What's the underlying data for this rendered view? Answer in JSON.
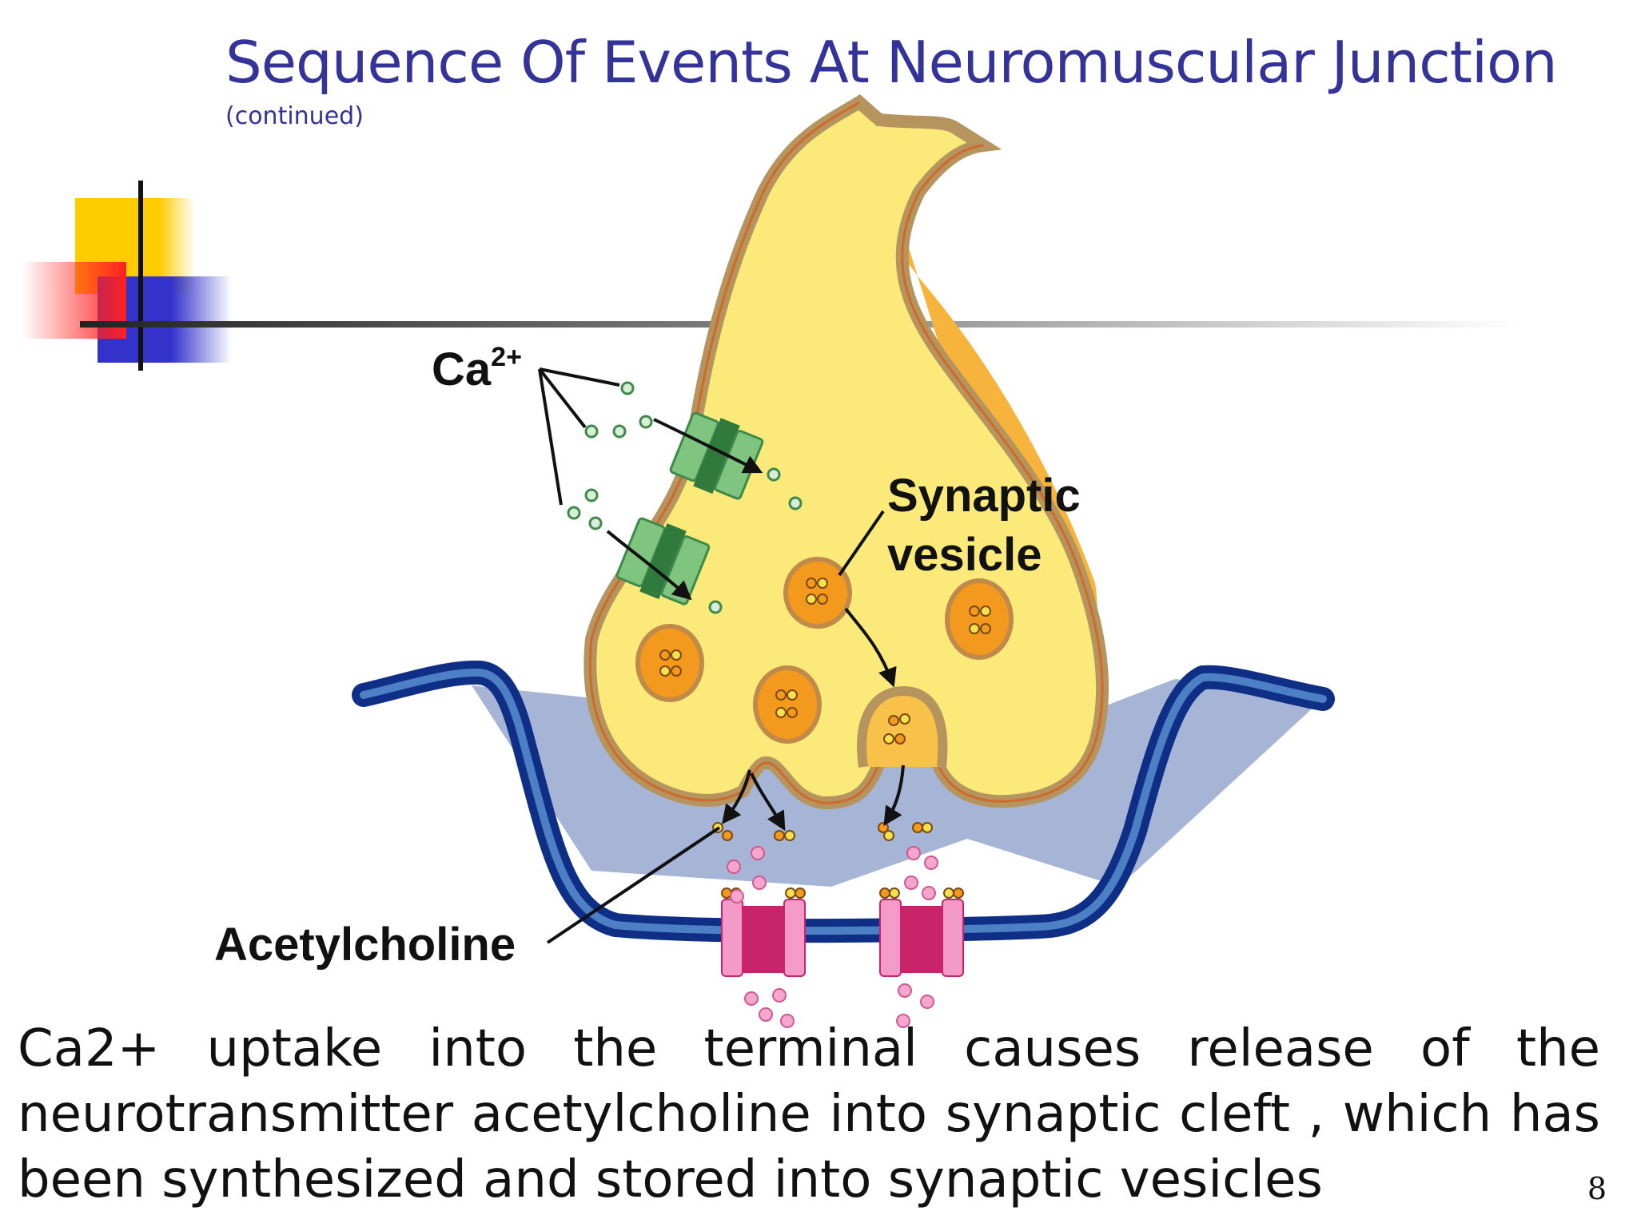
{
  "title": "Sequence Of Events At Neuromuscular Junction",
  "subtitle": "(continued)",
  "labels": {
    "calcium_base": "Ca",
    "calcium_charge": "2+",
    "synaptic_vesicle_line1": "Synaptic",
    "synaptic_vesicle_line2": "vesicle",
    "acetylcholine": "Acetylcholine"
  },
  "caption": "Ca2+ uptake into the terminal causes release of the neurotransmitter acetylcholine into synaptic cleft , which has been synthesized and stored into synaptic vesicles",
  "page_number": "8",
  "colors": {
    "title": "#33339a",
    "terminal_fill": "#fbe97a",
    "terminal_membrane": "#b5945e",
    "muscle_membrane": "#1b3f98",
    "cleft_fill": "#a6b5d6",
    "calcium_channel": "#3f9a4c",
    "vesicle": "#f39a1e",
    "receptor": "#c8246a",
    "acetylcholine_dot": "#f4a6cf"
  }
}
